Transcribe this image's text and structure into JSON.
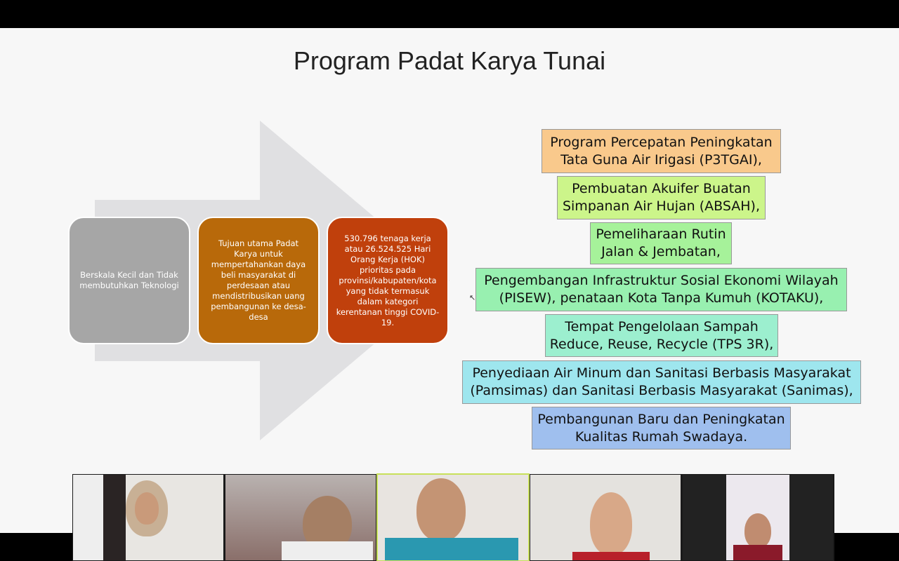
{
  "slide": {
    "title": "Program Padat Karya Tunai",
    "steps": [
      {
        "text": "Berskala Kecil dan Tidak membutuhkan Teknologi",
        "color": "#a6a6a6"
      },
      {
        "text": "Tujuan utama Padat Karya untuk mempertahankan daya beli masyarakat di perdesaan atau mendistribusikan uang pembangunan ke desa-desa",
        "color": "#b8690a"
      },
      {
        "text": "530.796 tenaga kerja atau 26.524.525 Hari Orang Kerja (HOK) prioritas pada provinsi/kabupaten/kota yang tidak termasuk dalam kategori kerentanan tinggi COVID-19.",
        "color": "#c0400c"
      }
    ],
    "programs": [
      {
        "line1": "Program Percepatan Peningkatan",
        "line2": "Tata Guna Air Irigasi (P3TGAI),",
        "color": "#f9c98c"
      },
      {
        "line1": "Pembuatan Akuifer Buatan",
        "line2": "Simpanan Air Hujan (ABSAH),",
        "color": "#ccf58a"
      },
      {
        "line1": "Pemeliharaan Rutin",
        "line2": "Jalan & Jembatan,",
        "color": "#a6f29a"
      },
      {
        "line1": "Pengembangan Infrastruktur Sosial Ekonomi Wilayah",
        "line2": "(PISEW), penataan Kota Tanpa Kumuh (KOTAKU),",
        "color": "#98f0b0"
      },
      {
        "line1": "Tempat Pengelolaan Sampah",
        "line2": "Reduce, Reuse, Recycle (TPS 3R),",
        "color": "#9cefcf"
      },
      {
        "line1": "Penyediaan Air Minum dan Sanitasi Berbasis Masyarakat",
        "line2": "(Pamsimas) dan Sanitasi Berbasis Masyarakat (Sanimas),",
        "color": "#9ee6ee"
      },
      {
        "line1": "Pembangunan Baru dan Peningkatan",
        "line2": "Kualitas Rumah Swadaya.",
        "color": "#9fbfee"
      }
    ]
  },
  "participants": [
    {},
    {},
    {
      "active": true
    },
    {},
    {}
  ]
}
